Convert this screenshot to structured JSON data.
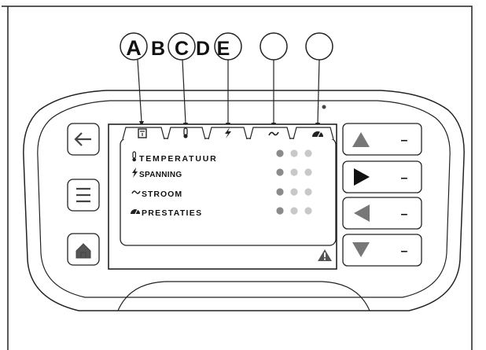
{
  "callouts": {
    "row": "ABCDE",
    "a": "A",
    "b": "B",
    "c": "C",
    "d": "D",
    "e": "E"
  },
  "screen": {
    "rows": [
      {
        "icon": "thermometer-icon",
        "label": "TEMPERATUUR",
        "level_dots": 3
      },
      {
        "icon": "lightning-icon",
        "label": "SPANNING",
        "level_dots": 3
      },
      {
        "icon": "tilde-icon",
        "label": "STROOM",
        "level_dots": 3
      },
      {
        "icon": "gauge-icon",
        "label": "PRESTATIES",
        "level_dots": 3
      }
    ],
    "tabs": [
      {
        "icon": "clipboard-icon"
      },
      {
        "icon": "thermometer-icon"
      },
      {
        "icon": "lightning-icon"
      },
      {
        "icon": "tilde-icon"
      },
      {
        "icon": "gauge-icon"
      }
    ],
    "warning_icon": "warning-triangle-icon"
  },
  "left_buttons": [
    {
      "icon": "arrow-left-icon"
    },
    {
      "icon": "menu-icon"
    },
    {
      "icon": "home-icon"
    }
  ],
  "right_buttons": [
    {
      "icon": "triangle-up-icon",
      "label": "–"
    },
    {
      "icon": "triangle-right-icon",
      "label": "–"
    },
    {
      "icon": "triangle-left-icon",
      "label": "–"
    },
    {
      "icon": "triangle-down-icon",
      "label": "–"
    }
  ],
  "colors": {
    "line": "#222222",
    "dot_active": "#8a8a8a",
    "dot_inactive": "#c8c8c8",
    "arrow_fill": "#555555"
  }
}
